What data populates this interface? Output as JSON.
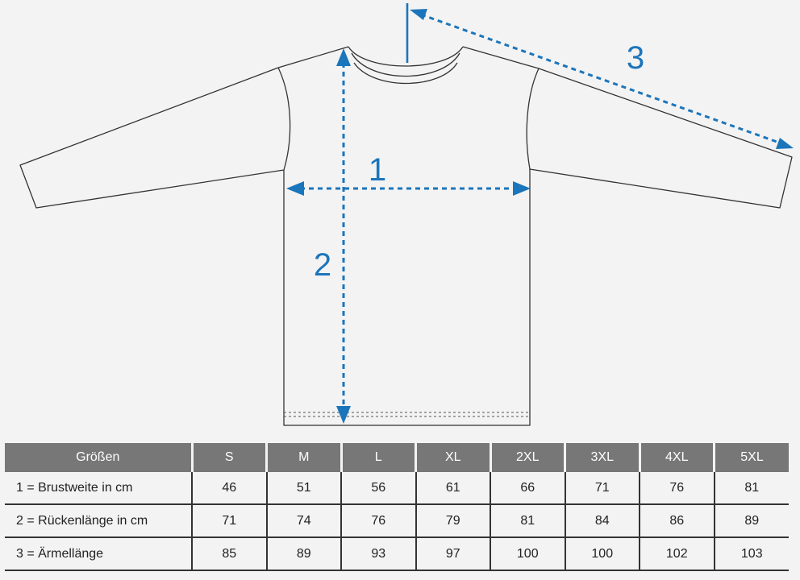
{
  "diagram": {
    "measure_labels": [
      "1",
      "2",
      "3"
    ]
  },
  "table": {
    "headers": [
      "Größen",
      "S",
      "M",
      "L",
      "XL",
      "2XL",
      "3XL",
      "4XL",
      "5XL"
    ],
    "rows": [
      {
        "label": "1 = Brustweite in cm",
        "values": [
          "46",
          "51",
          "56",
          "61",
          "66",
          "71",
          "76",
          "81"
        ]
      },
      {
        "label": "2 = Rückenlänge in cm",
        "values": [
          "71",
          "74",
          "76",
          "79",
          "81",
          "84",
          "86",
          "89"
        ]
      },
      {
        "label": "3 = Ärmellänge",
        "values": [
          "85",
          "89",
          "93",
          "97",
          "100",
          "100",
          "102",
          "103"
        ]
      }
    ]
  },
  "colors": {
    "accent": "#1b75bb",
    "header_bg": "#777777",
    "background": "#f3f3f3"
  }
}
